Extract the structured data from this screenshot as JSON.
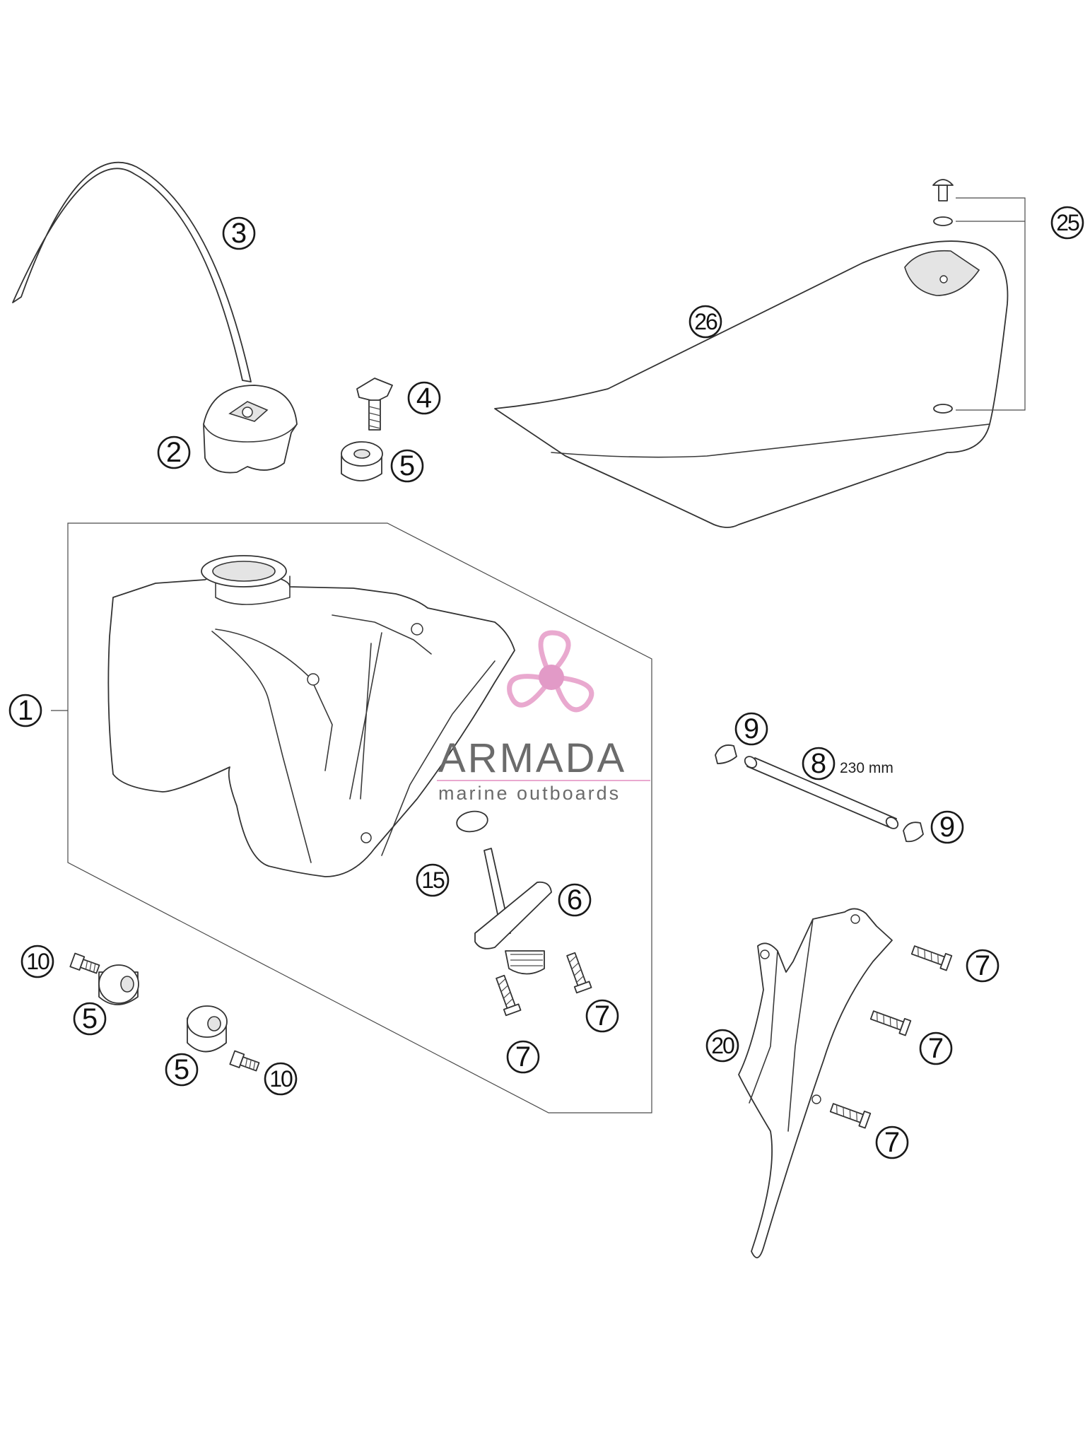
{
  "callouts": {
    "c1": "1",
    "c2": "2",
    "c3": "3",
    "c4": "4",
    "c5a": "5",
    "c5b": "5",
    "c5c": "5",
    "c6": "6",
    "c7a": "7",
    "c7b": "7",
    "c7c": "7",
    "c7d": "7",
    "c7e": "7",
    "c8": "8",
    "c9a": "9",
    "c9b": "9",
    "c10a": "10",
    "c10b": "10",
    "c15": "15",
    "c20": "20",
    "c25": "25",
    "c26": "26"
  },
  "dimension_label": "230 mm",
  "watermark": {
    "brand": "ARMADA",
    "tagline": "marine outboards",
    "colors": {
      "logo_pink": "#e9a9cf",
      "logo_center": "#e29ac7",
      "text_gray": "#6b6b6b"
    }
  }
}
